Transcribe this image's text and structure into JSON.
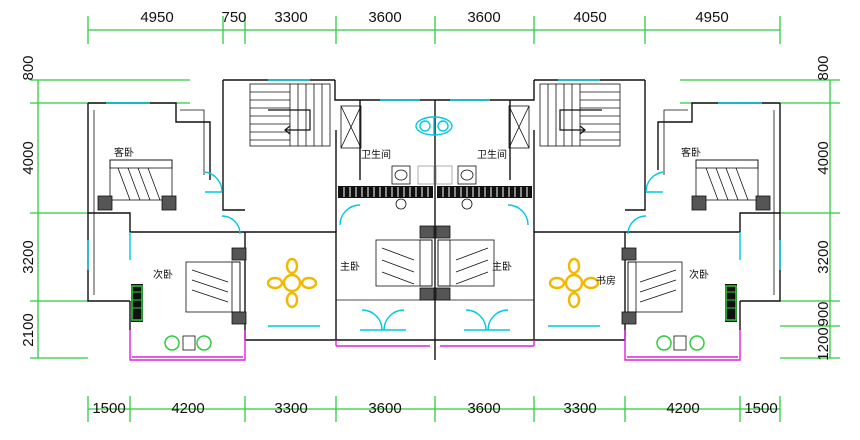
{
  "dimensions": {
    "top": [
      "4950",
      "750",
      "3300",
      "3600",
      "3600",
      "4050",
      "4950"
    ],
    "bottom": [
      "1500",
      "4200",
      "3300",
      "3600",
      "3600",
      "3300",
      "4200",
      "1500"
    ],
    "left": [
      "800",
      "4000",
      "3200",
      "2100"
    ],
    "right": [
      "800",
      "4000",
      "3200",
      "900",
      "1200"
    ]
  },
  "rooms": {
    "guest_left": "客卧",
    "guest_right": "客卧",
    "second_left": "次卧",
    "second_right": "次卧",
    "bath_left": "卫生间",
    "bath_right": "卫生间",
    "master_left": "主卧",
    "master_right": "主卧",
    "study": "书房"
  },
  "colors": {
    "dimension_lines": "#2ecc40",
    "walls": "#111111",
    "windows": "#00c8e0",
    "balcony": "#e020e0",
    "furniture_accent": "#f2b800"
  }
}
